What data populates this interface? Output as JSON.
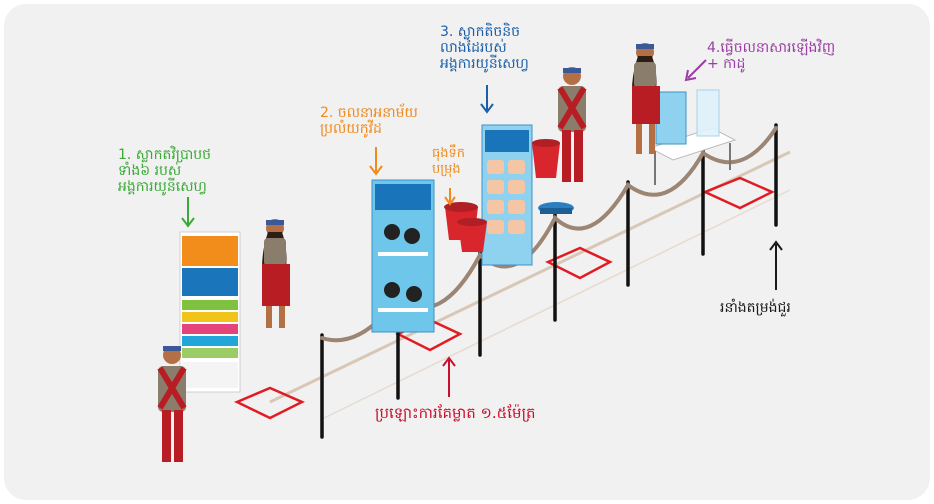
{
  "labels": {
    "step1": [
      "1. ស្លាកតវិប្រាបថ",
      "ទាំង៦ របស់",
      "អង្គការយូនីសេហ្វ"
    ],
    "step2": [
      "2. ចលនាអនាម័យ",
      "ប្រលំយកូវីដ"
    ],
    "step3": [
      "3. ស្លាកតិចនិច",
      "លាងដៃរបស់",
      "អង្គការយូនីសេហ្វ"
    ],
    "step4": [
      "4.ធ្វើចលនាសារឡើងវិញ",
      "+ កាដូ"
    ],
    "water": [
      "ធុងទឹក",
      "បម្រុង"
    ],
    "rope": "រនាំងតម្រង់ជួរ",
    "distance": "ប្រឡោះការគែម្លាត ១.៥ម៉ែត្រ"
  },
  "colors": {
    "step1": "#3aa935",
    "step2": "#f08a1c",
    "step3": "#1b5fa8",
    "step4": "#9b3ea3",
    "distance": "#c8102e",
    "rope": "#9c8572",
    "marker": "#e21b23"
  }
}
